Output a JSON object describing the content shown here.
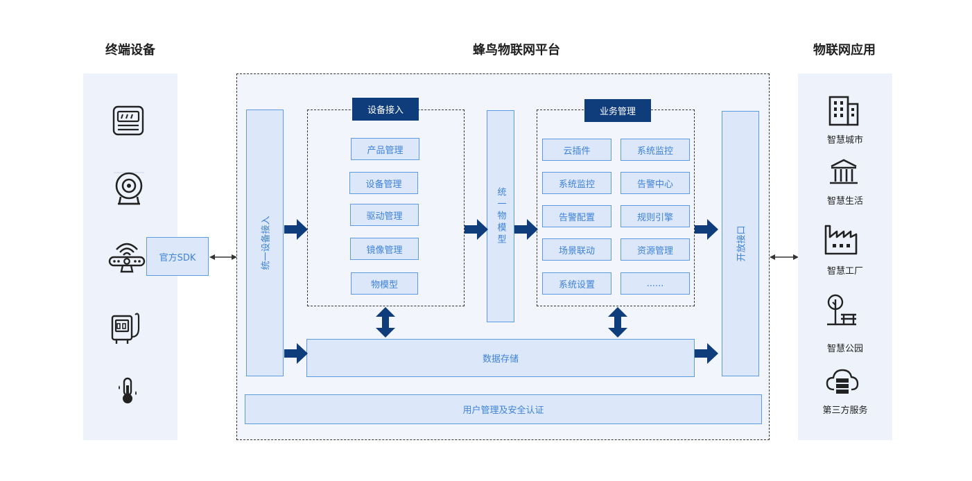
{
  "columns": {
    "left_title": "终端设备",
    "center_title": "蜂鸟物联网平台",
    "right_title": "物联网应用"
  },
  "devices": {
    "icons": [
      "meter-icon",
      "camera-icon",
      "sensor-hub-icon",
      "gateway-device-icon",
      "thermometer-icon"
    ],
    "sdk_label": "官方SDK"
  },
  "platform": {
    "unified_access": "统一设备接入",
    "device_access": {
      "tag": "设备接入",
      "items": [
        "产品管理",
        "设备管理",
        "驱动管理",
        "镜像管理",
        "物模型"
      ]
    },
    "unified_model": "统一物模型",
    "business": {
      "tag": "业务管理",
      "items": [
        "云插件",
        "系统监控",
        "系统监控",
        "告警中心",
        "告警配置",
        "规则引擎",
        "场景联动",
        "资源管理",
        "系统设置",
        "......"
      ]
    },
    "open_api": "开放接口",
    "data_storage": "数据存储",
    "user_security": "用户管理及安全认证"
  },
  "apps": {
    "items": [
      {
        "label": "智慧城市",
        "icon": "building-icon"
      },
      {
        "label": "智慧生活",
        "icon": "temple-icon"
      },
      {
        "label": "智慧工厂",
        "icon": "factory-icon"
      },
      {
        "label": "智慧公园",
        "icon": "park-icon"
      },
      {
        "label": "第三方服务",
        "icon": "cloud-server-icon"
      }
    ]
  },
  "colors": {
    "accent_dark": "#0f3d7c",
    "box_fill": "#dce8fa",
    "box_border": "#5b9be4",
    "box_text": "#3e82d9",
    "panel_bg": "#eef3fb"
  }
}
